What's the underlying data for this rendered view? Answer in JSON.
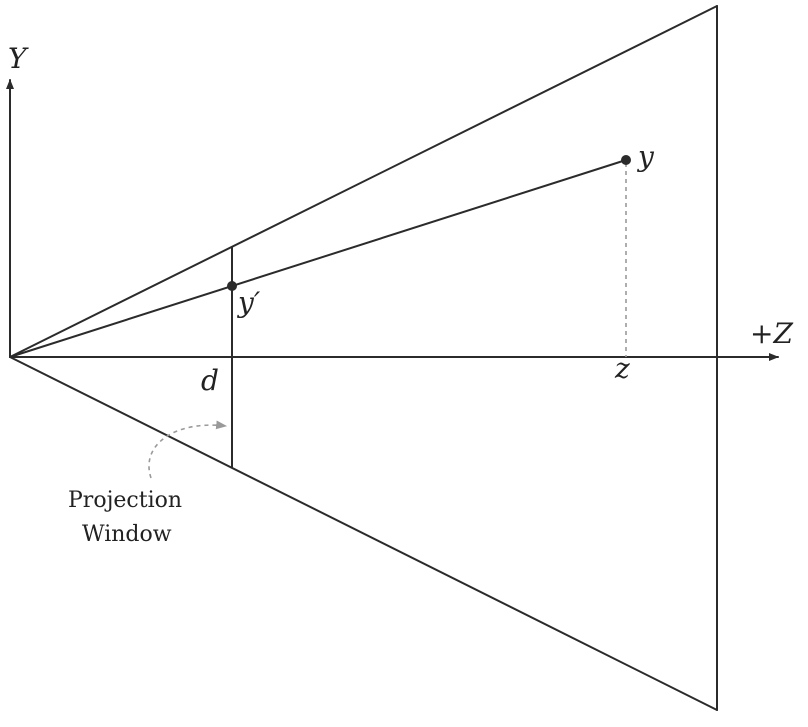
{
  "labels": {
    "y_axis": "Y",
    "z_axis": "+Z",
    "point_y": "y",
    "point_y_prime": "y′",
    "d": "d",
    "z": "z",
    "window_line1": "Projection",
    "window_line2": "Window"
  },
  "colors": {
    "line": "#2b2b2b",
    "dashed": "#9a9a9a",
    "text": "#222222"
  }
}
